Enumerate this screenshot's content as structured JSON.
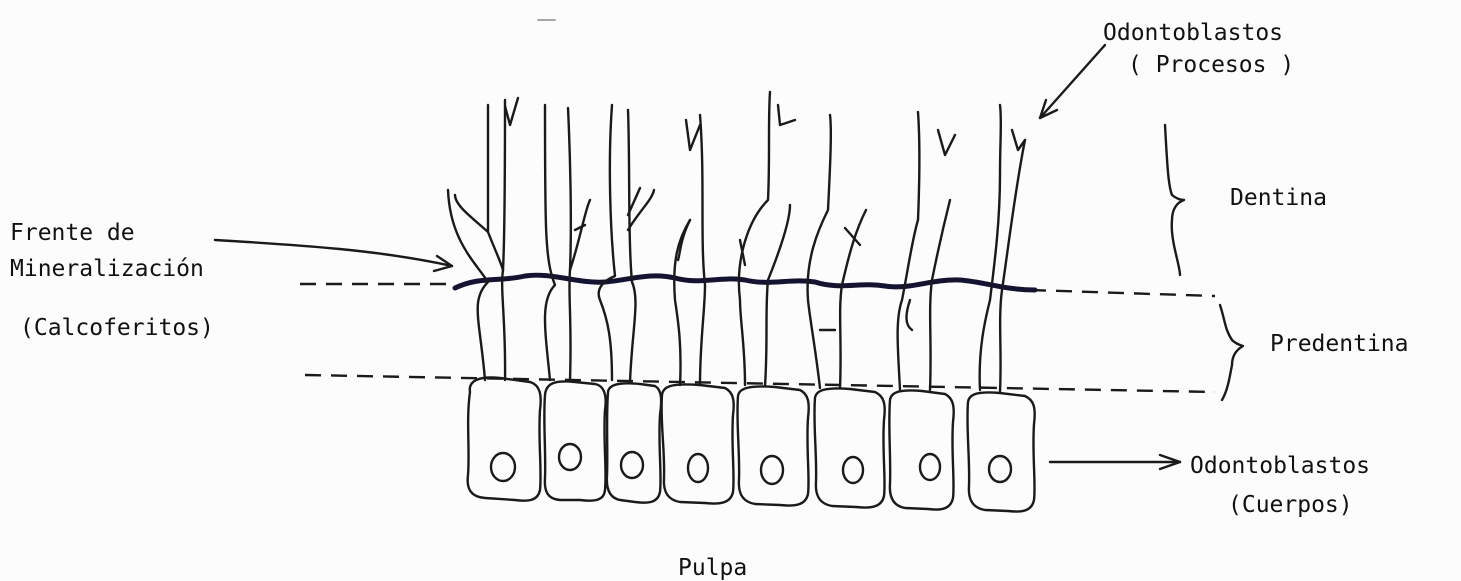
{
  "labels": {
    "processes_title": "Odontoblastos",
    "processes_sub": "( Procesos )",
    "dentin": "Dentina",
    "front_line1": "Frente de",
    "front_line2": "Mineralización",
    "calcospherites": "(Calcoferitos)",
    "predentin": "Predentina",
    "bodies_title": "Odontoblastos",
    "bodies_sub": "(Cuerpos)",
    "pulp": "Pulpa"
  }
}
